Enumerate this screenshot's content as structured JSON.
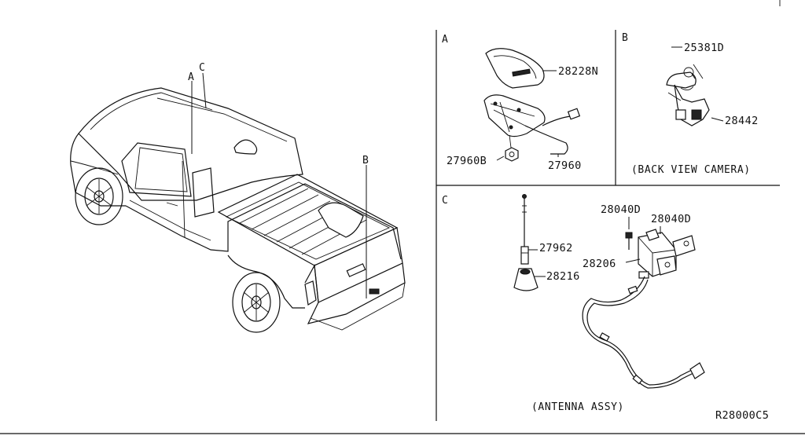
{
  "diagram_code": "R28000C5",
  "sections": {
    "A": {
      "label": "A",
      "parts": [
        "28228N",
        "27960B",
        "27960"
      ]
    },
    "B": {
      "label": "B",
      "parts": [
        "25381D",
        "28442"
      ],
      "caption": "(BACK VIEW CAMERA)"
    },
    "C": {
      "label": "C",
      "parts": [
        "27962",
        "28216",
        "28040D",
        "28040D",
        "28206"
      ],
      "caption": "(ANTENNA ASSY)"
    }
  },
  "truck_callouts": [
    "A",
    "C",
    "B"
  ]
}
